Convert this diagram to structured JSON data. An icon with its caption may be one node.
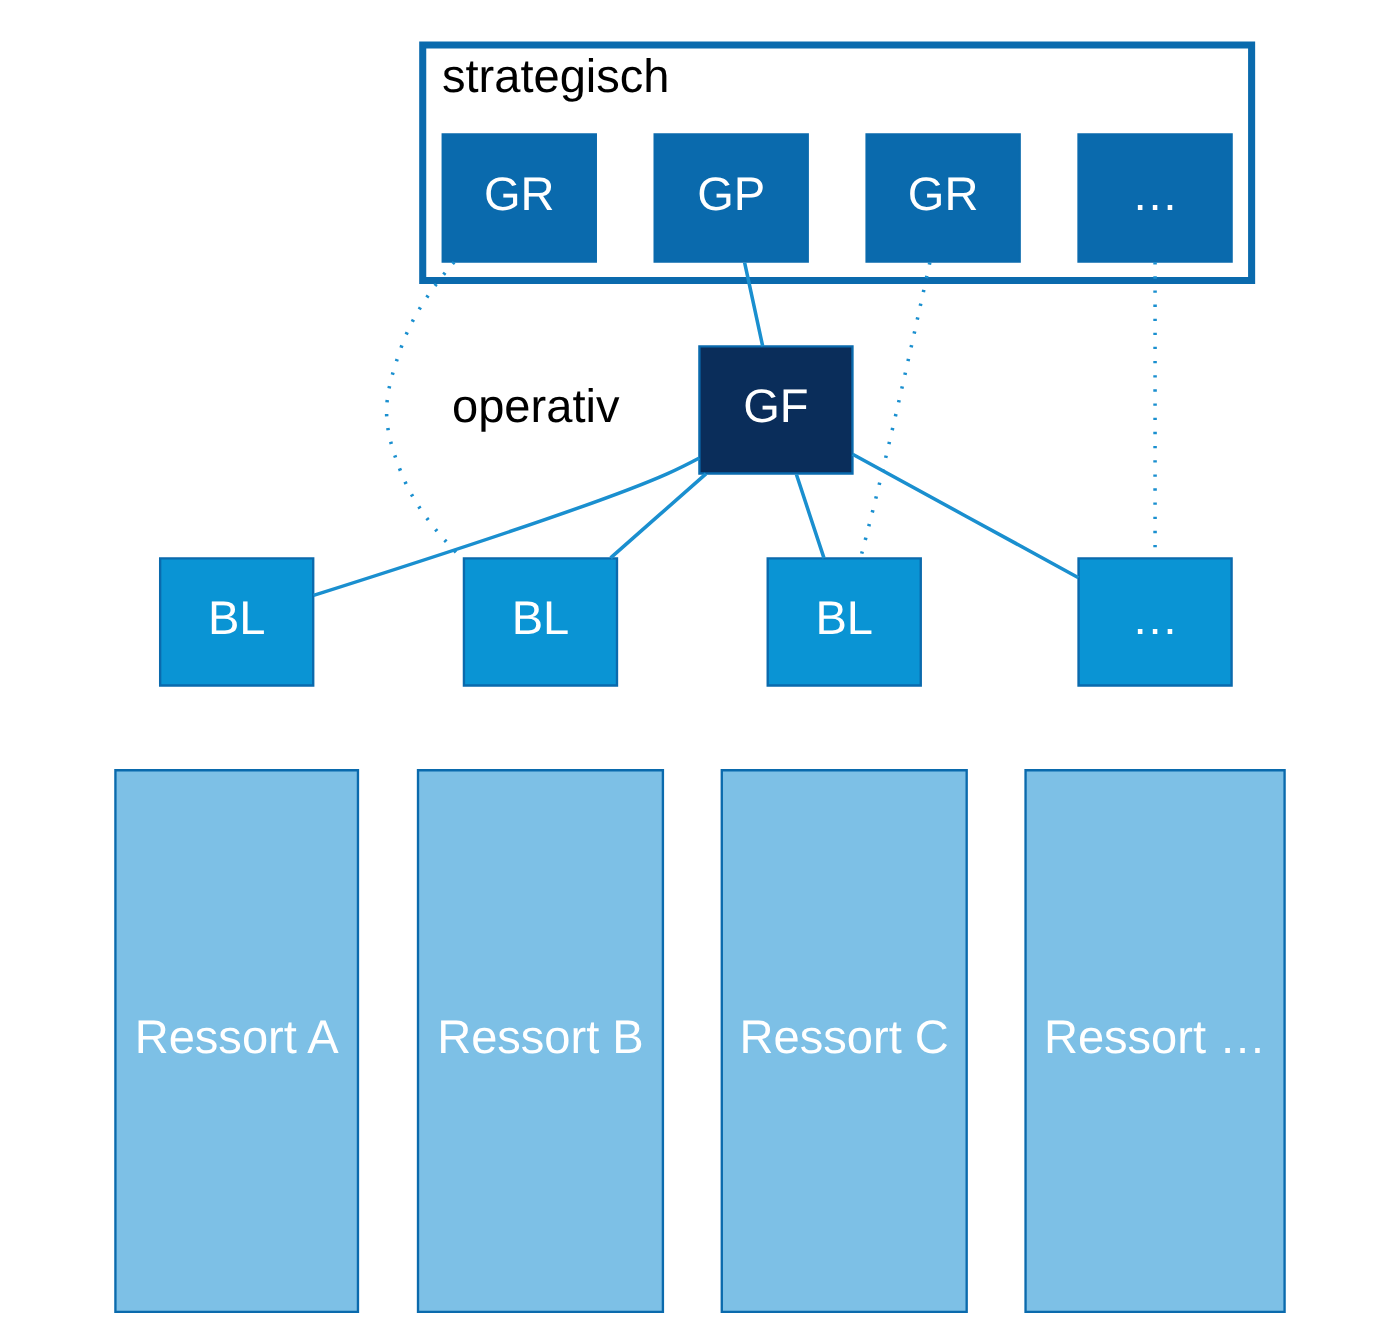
{
  "diagram": {
    "nodes": [
      {
        "text": [
          "strategisch"
        ]
      },
      {
        "text": [
          "GP"
        ],
        "in": 0
      },
      {
        "text": [
          "GR"
        ],
        "in": 0
      },
      {
        "text": [
          "GR"
        ],
        "in": 0
      },
      {
        "text": [
          "…"
        ],
        "in": 0
      },
      {
        "text": [
          "GF"
        ],
        "beside": [
          "operativ"
        ]
      },
      {
        "text": [
          "BL"
        ]
      },
      {
        "text": [
          "BL"
        ]
      },
      {
        "text": [
          "BL"
        ]
      },
      {
        "text": [
          "…"
        ]
      },
      {
        "text": [
          "Ressort A"
        ]
      },
      {
        "text": [
          "Ressort B"
        ]
      },
      {
        "text": [
          "Ressort C"
        ]
      },
      {
        "text": [
          "Ressort …"
        ]
      }
    ],
    "edges": [
      {
        "from": 1,
        "to": 5,
        "arrow": "none"
      },
      {
        "from": 5,
        "to": 6,
        "arrow": "none"
      },
      {
        "from": 5,
        "to": 7,
        "arrow": "none"
      },
      {
        "from": 5,
        "to": 8,
        "arrow": "none"
      },
      {
        "from": 5,
        "to": 9,
        "arrow": "none"
      },
      {
        "from": 2,
        "to": 7,
        "arrow": "none",
        "style": "dashed"
      },
      {
        "from": 3,
        "to": 8,
        "arrow": "none",
        "style": "dashed"
      },
      {
        "from": 4,
        "to": 9,
        "arrow": "none",
        "style": "dashed"
      }
    ]
  }
}
